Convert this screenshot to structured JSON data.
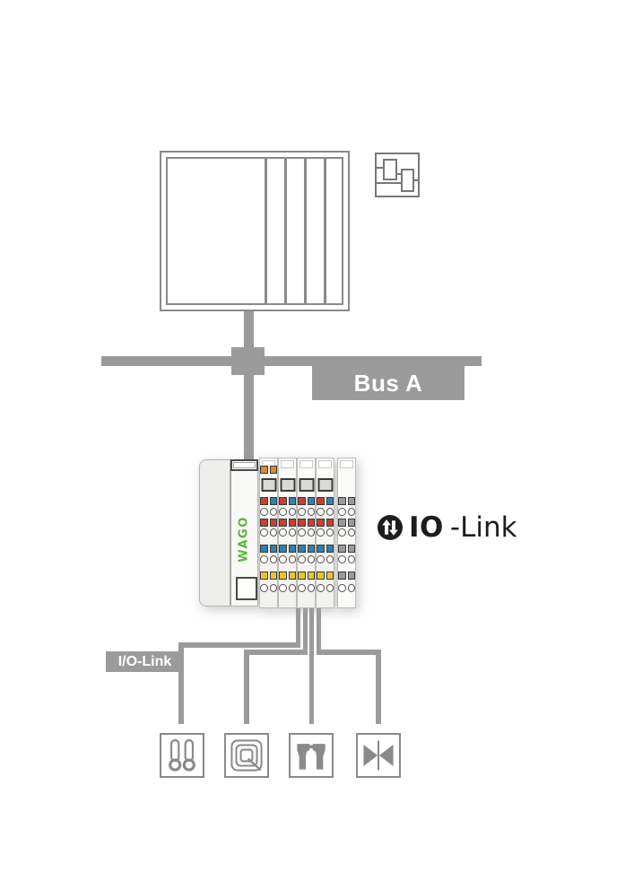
{
  "palette": {
    "wire_gray": "#9b9b9b",
    "outline_gray": "#8a8a8a",
    "dark": "#1d1d1b",
    "wago_green": "#5db441",
    "display_fill": "#d9d9d7",
    "led_border": "#3a3a38",
    "leds": {
      "red": "#c9402f",
      "blue": "#2e81b2",
      "yellow": "#e9c52f",
      "orange": "#dd8634",
      "gray": "#9a9a9a"
    }
  },
  "bus": {
    "label": "Bus A"
  },
  "coupler": {
    "brand": "WAGO"
  },
  "io_modules": {
    "module_count": 4,
    "has_end_plate": true,
    "coupler_top_leds": [
      "orange",
      "orange"
    ],
    "status_rows": [
      {
        "colors": [
          "red",
          "blue"
        ]
      },
      {
        "colors": [
          "red",
          "red"
        ]
      },
      {
        "colors": [
          "blue",
          "blue"
        ]
      },
      {
        "colors": [
          "yellow",
          "yellow"
        ]
      }
    ],
    "end_plate_led": "gray"
  },
  "io_link_logo": {
    "text_bold": "IO",
    "text_rest": "-Link"
  },
  "io_link_label": {
    "text": "I/O-Link"
  },
  "devices": [
    {
      "icon": "temperature-sensors-icon"
    },
    {
      "icon": "rfid-coil-icon"
    },
    {
      "icon": "gripper-icon"
    },
    {
      "icon": "valve-icon"
    }
  ]
}
